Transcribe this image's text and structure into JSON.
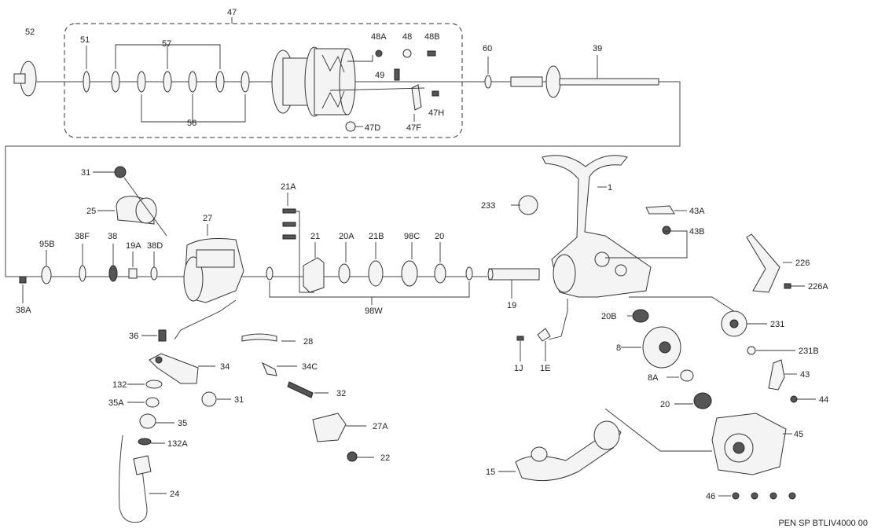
{
  "diagram": {
    "document_code": "PEN SP BTLIV4000 00",
    "callouts": [
      "47",
      "52",
      "51",
      "57",
      "56",
      "48A",
      "48",
      "48B",
      "49",
      "47H",
      "47F",
      "47D",
      "60",
      "39",
      "31",
      "25",
      "27",
      "1",
      "233",
      "43A",
      "43B",
      "226",
      "226A",
      "21A",
      "95B",
      "38F",
      "38",
      "19A",
      "38D",
      "21",
      "20A",
      "21B",
      "98C",
      "20",
      "98W",
      "38A",
      "19",
      "20B",
      "231",
      "231B",
      "8",
      "43",
      "1J",
      "1E",
      "8A",
      "20",
      "44",
      "36",
      "28",
      "34",
      "34C",
      "132",
      "35A",
      "32",
      "31",
      "35",
      "132A",
      "27A",
      "22",
      "24",
      "45",
      "15",
      "46"
    ]
  }
}
